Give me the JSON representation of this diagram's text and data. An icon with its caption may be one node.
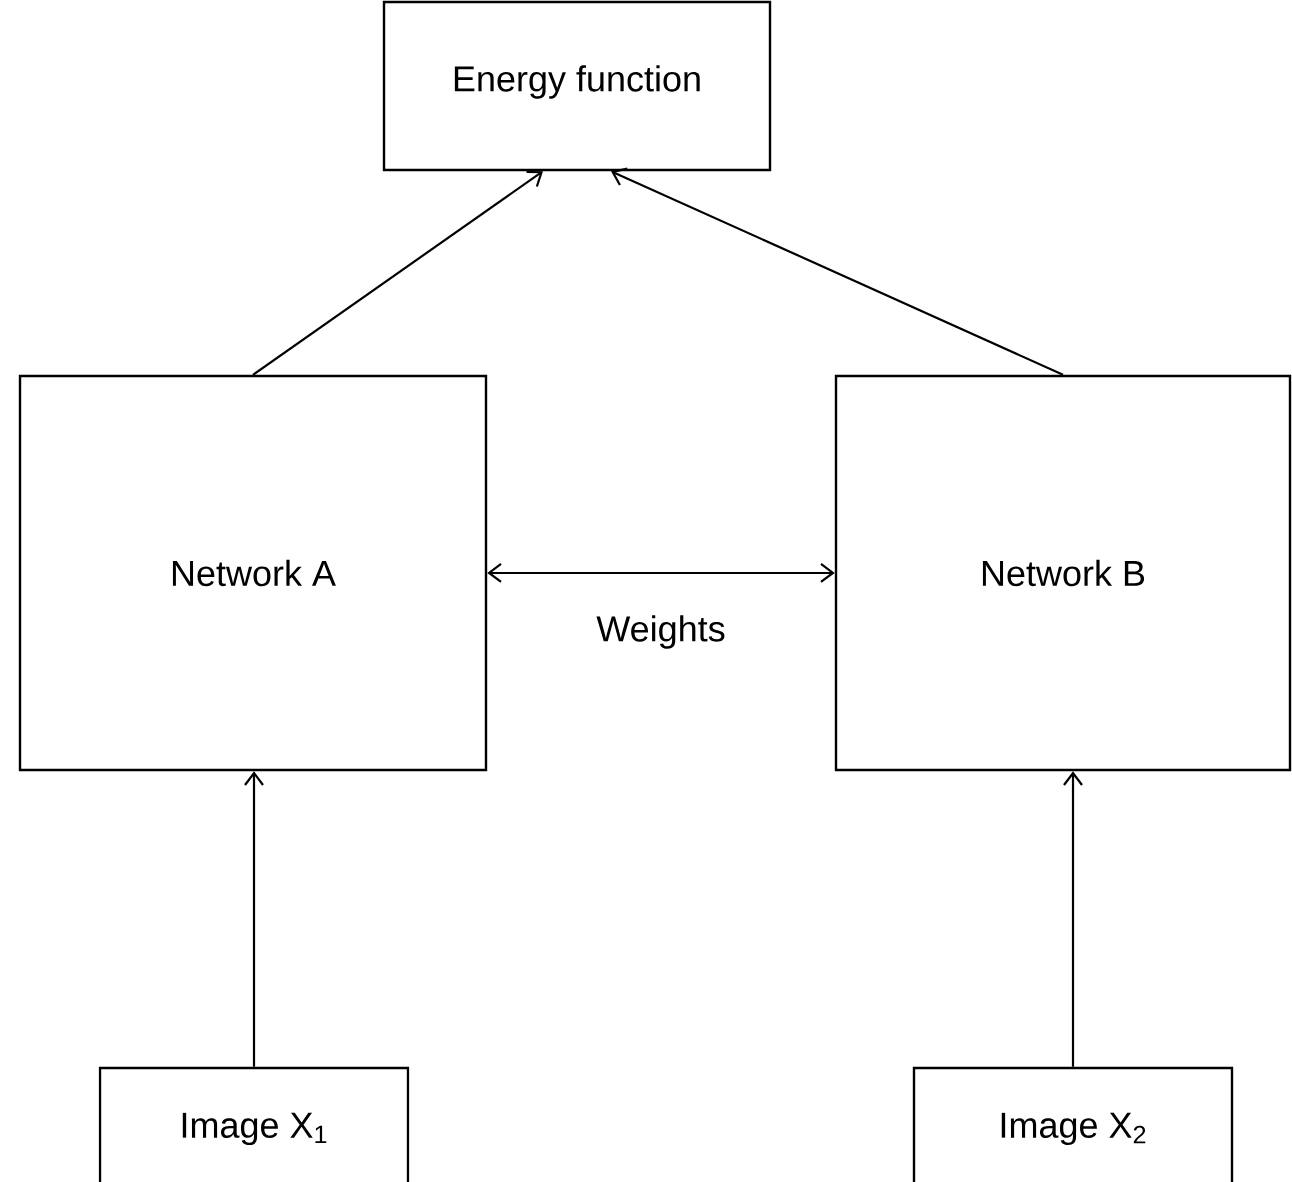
{
  "diagram": {
    "nodes": [
      {
        "text": [
          "Energy function"
        ]
      },
      {
        "text": [
          "Network A"
        ]
      },
      {
        "text": [
          "Network B"
        ]
      },
      {
        "text": [
          "Image X$_{1}$"
        ]
      },
      {
        "text": [
          "Image X$_{2}$"
        ]
      }
    ],
    "edges": [
      {
        "from": 1,
        "to": 0,
        "arrow": "to"
      },
      {
        "from": 2,
        "to": 0,
        "arrow": "to"
      },
      {
        "from": 1,
        "to": 2,
        "arrow": "both",
        "label": "Weights"
      },
      {
        "from": 3,
        "to": 1,
        "arrow": "to"
      },
      {
        "from": 4,
        "to": 2,
        "arrow": "to"
      }
    ]
  }
}
